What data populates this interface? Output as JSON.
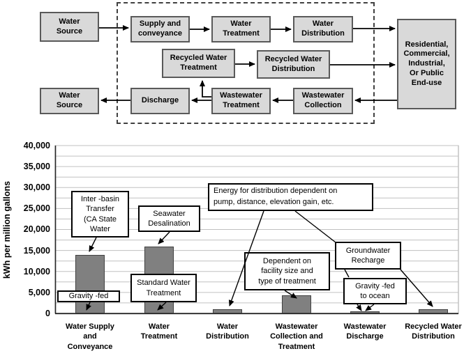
{
  "colors": {
    "flow_box_fill": "#d9d9d9",
    "flow_box_border": "#595959",
    "bar_fill": "#808080",
    "bar_border": "#404040",
    "annotation_border": "#000000",
    "gridline": "#c0c0c0"
  },
  "flowchart": {
    "boxes": {
      "water_source_top": {
        "label": "Water\nSource"
      },
      "supply_conveyance": {
        "label": "Supply and\nconveyance"
      },
      "water_treatment": {
        "label": "Water\nTreatment"
      },
      "water_distribution": {
        "label": "Water\nDistribution"
      },
      "recycled_water_treatment": {
        "label": "Recycled Water\nTreatment"
      },
      "recycled_water_distribution": {
        "label": "Recycled Water\nDistribution"
      },
      "water_source_bottom": {
        "label": "Water\nSource"
      },
      "discharge": {
        "label": "Discharge"
      },
      "wastewater_treatment": {
        "label": "Wastewater\nTreatment"
      },
      "wastewater_collection": {
        "label": "Wastewater\nCollection"
      },
      "end_use": {
        "label": "Residential,\nCommercial,\nIndustrial,\nOr Public\nEnd-use"
      }
    }
  },
  "chart": {
    "ylabel": "kWh per million gallons",
    "yticks": [
      "40,000",
      "35,000",
      "30,000",
      "25,000",
      "20,000",
      "15,000",
      "10,000",
      "5,000",
      "0"
    ],
    "xlabels": [
      "Water Supply\nand\nConveyance",
      "Water\nTreatment",
      "Water\nDistribution",
      "Wastewater\nCollection and\nTreatment",
      "Wastewater\nDischarge",
      "Recycled Water\nDistribution"
    ],
    "annotations": {
      "interbasin": {
        "text": "Inter -basin\nTransfer\n(CA State\nWater"
      },
      "seawater": {
        "text": "Seawater\nDesalination"
      },
      "energy": {
        "text": "Energy for distribution dependent on\npump, distance, elevation gain, etc."
      },
      "gravity_fed": {
        "text": "Gravity -fed"
      },
      "standard": {
        "text": "Standard Water\nTreatment"
      },
      "dependent": {
        "text": "Dependent on\nfacility size and\ntype of treatment"
      },
      "groundwater": {
        "text": "Groundwater\nRecharge"
      },
      "gravity_ocean": {
        "text": "Gravity -fed\nto ocean"
      }
    }
  },
  "chart_data": {
    "type": "bar",
    "title": "",
    "xlabel": "",
    "ylabel": "kWh per million gallons",
    "categories": [
      "Water Supply and Conveyance",
      "Water Treatment",
      "Water Distribution",
      "Wastewater Collection and Treatment",
      "Wastewater Discharge",
      "Recycled Water Distribution"
    ],
    "values": [
      14000,
      16000,
      1000,
      4300,
      500,
      1000
    ],
    "ylim": [
      0,
      40000
    ],
    "ytick_interval": 5000,
    "gridline_interval": 2500,
    "grid": true,
    "legend": false,
    "annotations": [
      {
        "text": "Inter -basin Transfer (CA State Water",
        "points_to": "Water Supply and Conveyance (bar top)"
      },
      {
        "text": "Gravity -fed",
        "points_to": "Water Supply and Conveyance (bar bottom)"
      },
      {
        "text": "Seawater Desalination",
        "points_to": "Water Treatment (bar top)"
      },
      {
        "text": "Standard Water Treatment",
        "points_to": "Water Treatment (bar bottom)"
      },
      {
        "text": "Energy for distribution dependent on pump, distance, elevation gain, etc.",
        "points_to": "Water Distribution; Groundwater Recharge"
      },
      {
        "text": "Dependent on facility size and type of treatment",
        "points_to": "Wastewater Collection and Treatment"
      },
      {
        "text": "Groundwater Recharge",
        "points_to": "Recycled Water Distribution"
      },
      {
        "text": "Gravity -fed to ocean",
        "points_to": "Wastewater Discharge"
      }
    ]
  }
}
